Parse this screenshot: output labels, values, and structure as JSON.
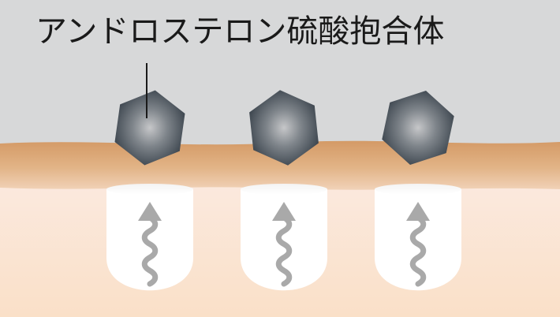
{
  "label": {
    "text": "アンドロステロン硫酸抱合体"
  },
  "colors": {
    "background_top": "#d7d8d9",
    "skin_surface": "#d9a574",
    "skin_lower_top": "#fbe9de",
    "skin_lower_bottom": "#fae3cf",
    "pore_fill": "#ffffff",
    "arrow": "#a9a9a9",
    "molecule_dark": "#3e4852",
    "molecule_light": "#c8c9cb",
    "leader_line": "#1a1a1a"
  },
  "molecules": [
    {
      "id": "molecule-1",
      "icon": "hexagon-molecule-icon"
    },
    {
      "id": "molecule-2",
      "icon": "hexagon-molecule-icon"
    },
    {
      "id": "molecule-3",
      "icon": "hexagon-molecule-icon"
    }
  ],
  "pores": [
    {
      "id": "pore-1",
      "icon": "wavy-up-arrow-icon"
    },
    {
      "id": "pore-2",
      "icon": "wavy-up-arrow-icon"
    },
    {
      "id": "pore-3",
      "icon": "wavy-up-arrow-icon"
    }
  ]
}
